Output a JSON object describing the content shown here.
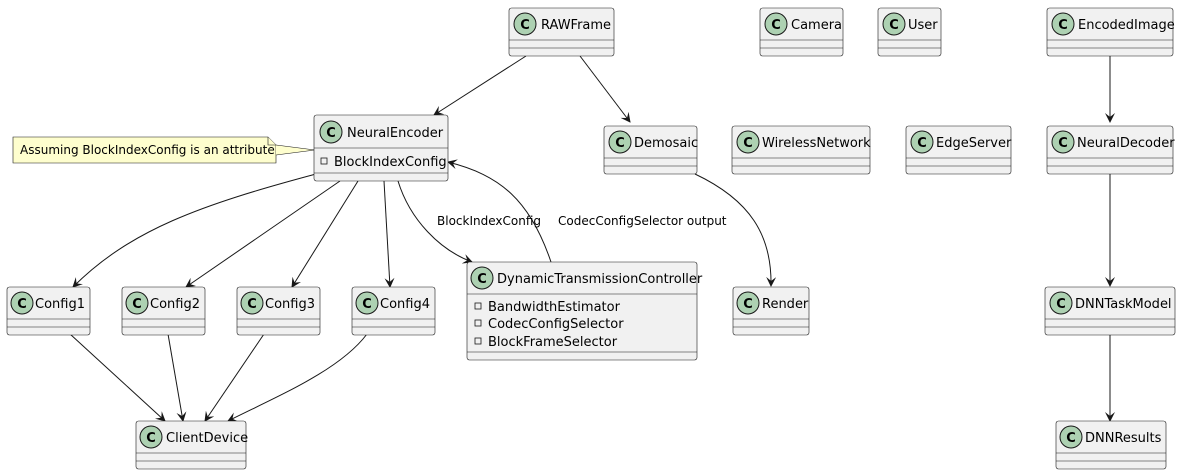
{
  "classes": {
    "rawframe": {
      "name": "RAWFrame"
    },
    "camera": {
      "name": "Camera"
    },
    "user": {
      "name": "User"
    },
    "encodedimage": {
      "name": "EncodedImage"
    },
    "neuralencoder": {
      "name": "NeuralEncoder",
      "attributes": [
        "BlockIndexConfig"
      ]
    },
    "demosaic": {
      "name": "Demosaic"
    },
    "wirelessnetwork": {
      "name": "WirelessNetwork"
    },
    "edgeserver": {
      "name": "EdgeServer"
    },
    "neuraldecoder": {
      "name": "NeuralDecoder"
    },
    "config1": {
      "name": "Config1"
    },
    "config2": {
      "name": "Config2"
    },
    "config3": {
      "name": "Config3"
    },
    "config4": {
      "name": "Config4"
    },
    "dtc": {
      "name": "DynamicTransmissionController",
      "attributes": [
        "BandwidthEstimator",
        "CodecConfigSelector",
        "BlockFrameSelector"
      ]
    },
    "render": {
      "name": "Render"
    },
    "dnntaskmodel": {
      "name": "DNNTaskModel"
    },
    "clientdevice": {
      "name": "ClientDevice"
    },
    "dnnresults": {
      "name": "DNNResults"
    }
  },
  "class_glyph": "C",
  "note": {
    "text": "Assuming BlockIndexConfig is an attribute"
  },
  "edge_labels": {
    "encoder_to_dtc": "BlockIndexConfig",
    "dtc_to_encoder": "CodecConfigSelector output"
  },
  "colors": {
    "class_fill": "#f1f1f1",
    "class_circle": "#add1b2",
    "note_fill": "#fbfb77",
    "line": "#181818"
  }
}
